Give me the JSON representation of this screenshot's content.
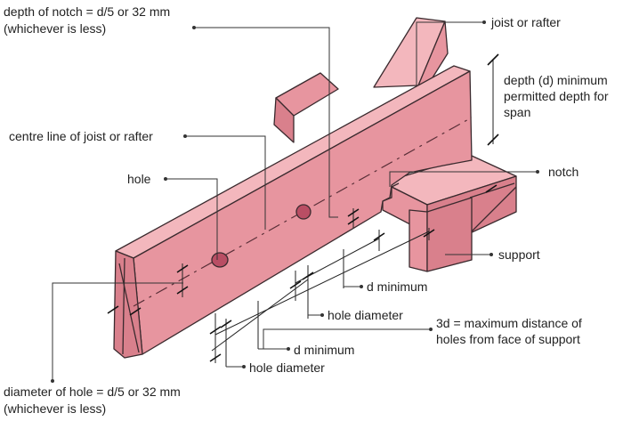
{
  "labels": {
    "notch_depth_line1": "depth of notch = d/5 or 32 mm",
    "notch_depth_line2": "(whichever is less)",
    "joist_or_rafter": "joist or rafter",
    "depth_line1": "depth (d) minimum",
    "depth_line2": "permitted depth for",
    "depth_line3": "span",
    "centre_line": "centre line of joist or rafter",
    "hole": "hole",
    "notch": "notch",
    "support": "support",
    "d_minimum_upper": "d minimum",
    "hole_diameter_upper": "hole diameter",
    "three_d_line1": "3d = maximum distance of",
    "three_d_line2": "holes from face of support",
    "d_minimum_lower": "d minimum",
    "hole_diameter_lower": "hole diameter",
    "hole_diameter_rule_line1": "diameter of hole = d/5 or 32 mm",
    "hole_diameter_rule_line2": "(whichever is less)"
  },
  "colors": {
    "timber_top": "#f3b7bd",
    "timber_side": "#e7959f",
    "timber_end": "#d9808c",
    "timber_dark": "#c76a79",
    "hole_fill": "#b94e64"
  }
}
